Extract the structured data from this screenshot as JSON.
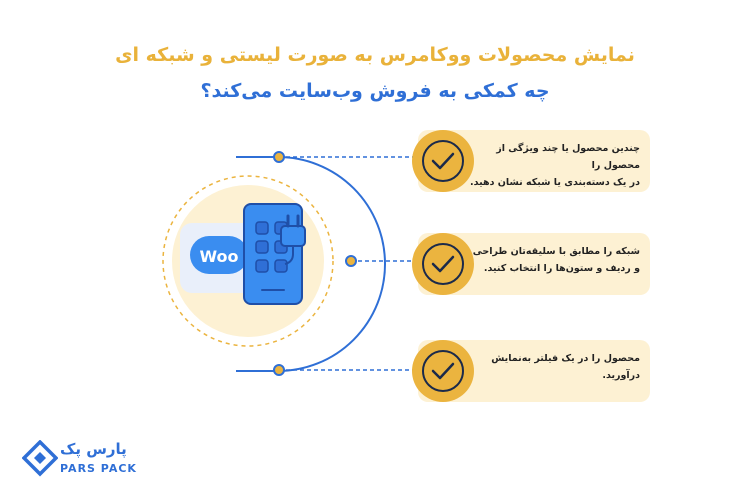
{
  "heading": {
    "line1": "نمایش محصولات ووکامرس به صورت لیستی و شبکه ای",
    "line2": "چه کمکی به فروش وب‌سایت می‌کند؟"
  },
  "illustration": {
    "woo_label": "Woo"
  },
  "cards": [
    {
      "line1": "چندین محصول یا چند ویژگی از محصول را",
      "line2": "در یک دسته‌بندی یا شبکه نشان دهید."
    },
    {
      "line1": "شبکه را مطابق با سلیقه‌تان طراحی",
      "line2": "و ردیف و ستون‌ها را انتخاب کنید."
    },
    {
      "line1": "محصول را در یک فیلتر به‌نمایش",
      "line2": "درآورید."
    }
  ],
  "brand": {
    "name_fa": "پارس پک",
    "name_en": "PARS PACK"
  },
  "colors": {
    "accent_yellow": "#ebb43f",
    "brand_blue": "#2f6fd6",
    "card_bg": "#fdf1d3"
  }
}
